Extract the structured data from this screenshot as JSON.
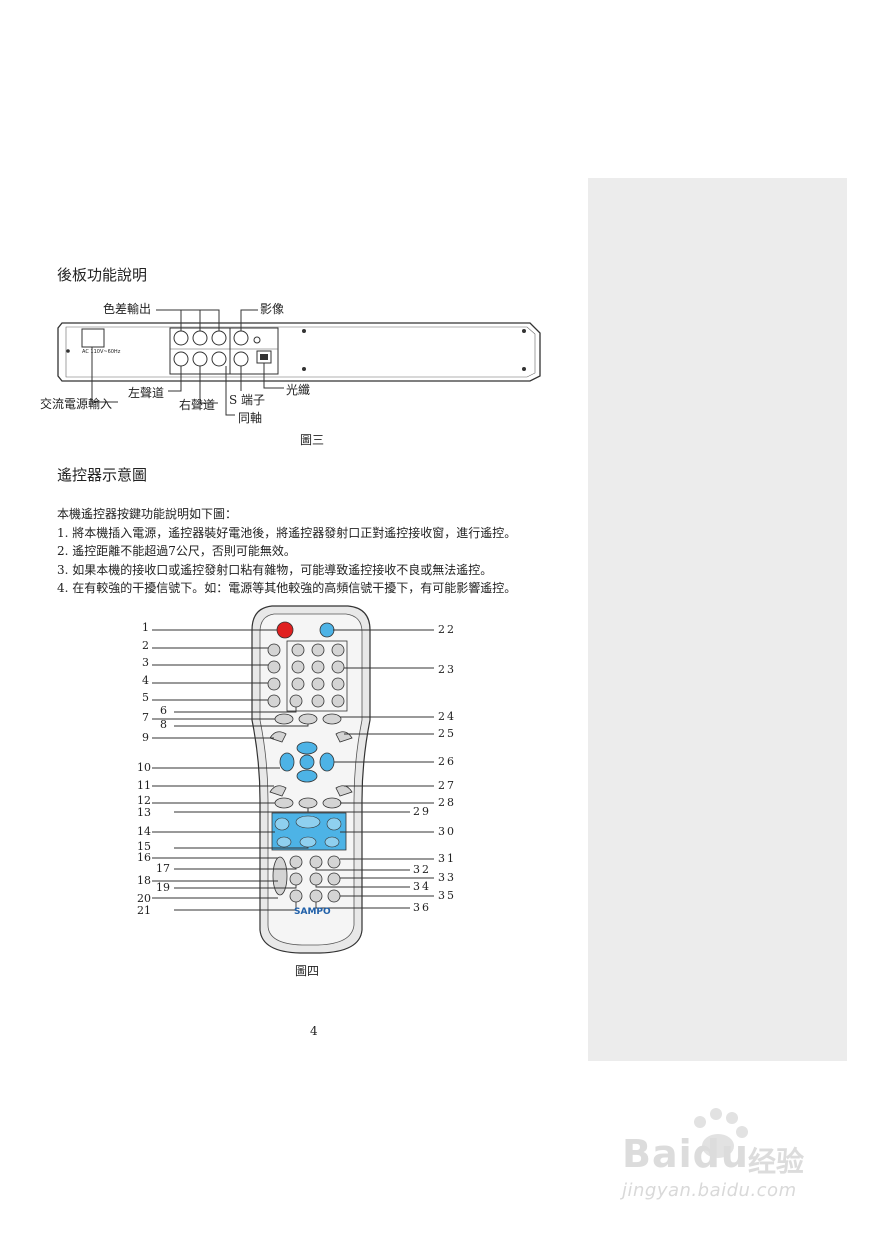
{
  "section1": {
    "title": "後板功能說明",
    "labels": {
      "component": "色差輸出",
      "video": "影像",
      "ac_input": "交流電源輸入",
      "left": "左聲道",
      "right": "右聲道",
      "s_video": "S 端子",
      "optical": "光纖",
      "coax": "同軸"
    },
    "caption": "圖三"
  },
  "section2": {
    "title": "遙控器示意圖",
    "intro": [
      "本機遙控器按鍵功能說明如下圖：",
      "1. 將本機插入電源，遙控器裝好電池後，將遙控器發射口正對遙控接收窗，進行遙控。",
      "2. 遙控距離不能超過7公尺，否則可能無效。",
      "3. 如果本機的接收口或遙控發射口粘有雜物，可能導致遙控接收不良或無法遙控。",
      "4. 在有較強的干擾信號下。如：電源等其他較強的高頻信號干擾下，有可能影響遙控。"
    ],
    "caption": "圖四",
    "brand": "SAMPO",
    "left_numbers": [
      "1",
      "2",
      "3",
      "4",
      "5",
      "6",
      "7",
      "8",
      "9",
      "10",
      "11",
      "12",
      "13",
      "14",
      "15",
      "16",
      "17",
      "18",
      "19",
      "20",
      "21"
    ],
    "right_numbers": [
      "22",
      "23",
      "24",
      "25",
      "26",
      "27",
      "28",
      "29",
      "30",
      "31",
      "32",
      "33",
      "34",
      "35",
      "36"
    ]
  },
  "page_number": "4",
  "watermark": {
    "brand": "Baidu",
    "cn": "经验",
    "url": "jingyan.baidu.com"
  },
  "colors": {
    "power_button": "#e02020",
    "nav_blue": "#4db3e6",
    "sidebar": "#ececec"
  }
}
